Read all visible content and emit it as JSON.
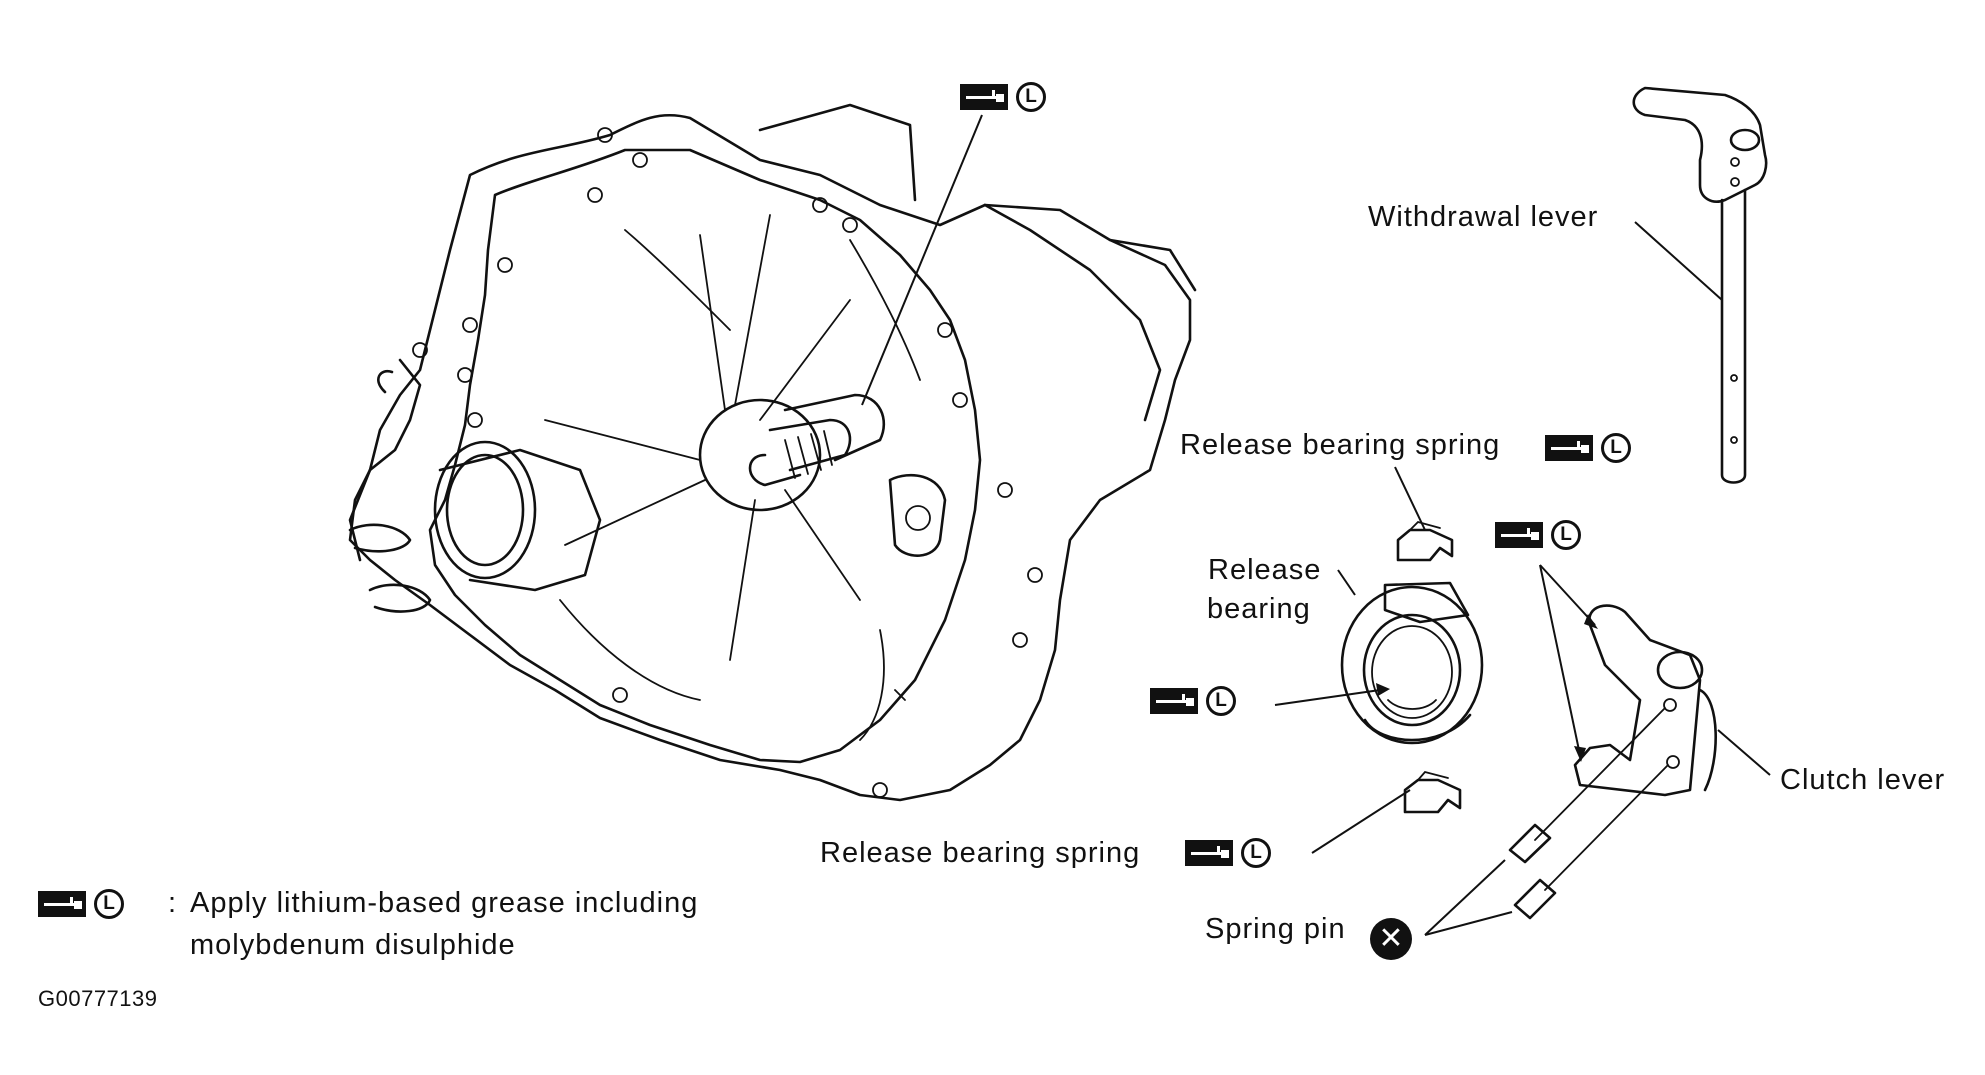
{
  "labels": {
    "withdrawal_lever": "Withdrawal lever",
    "release_bearing_spring_top": "Release bearing spring",
    "release_bearing_line1": "Release",
    "release_bearing_line2": "bearing",
    "release_bearing_spring_bottom": "Release bearing spring",
    "clutch_lever": "Clutch lever",
    "spring_pin": "Spring pin"
  },
  "grease_symbol": {
    "letter": "L"
  },
  "spring_pin_symbol": {
    "glyph": "✕"
  },
  "legend": {
    "separator": ":",
    "line1": "Apply lithium-based grease including",
    "line2": "molybdenum disulphide"
  },
  "figure_code": "G00777139"
}
